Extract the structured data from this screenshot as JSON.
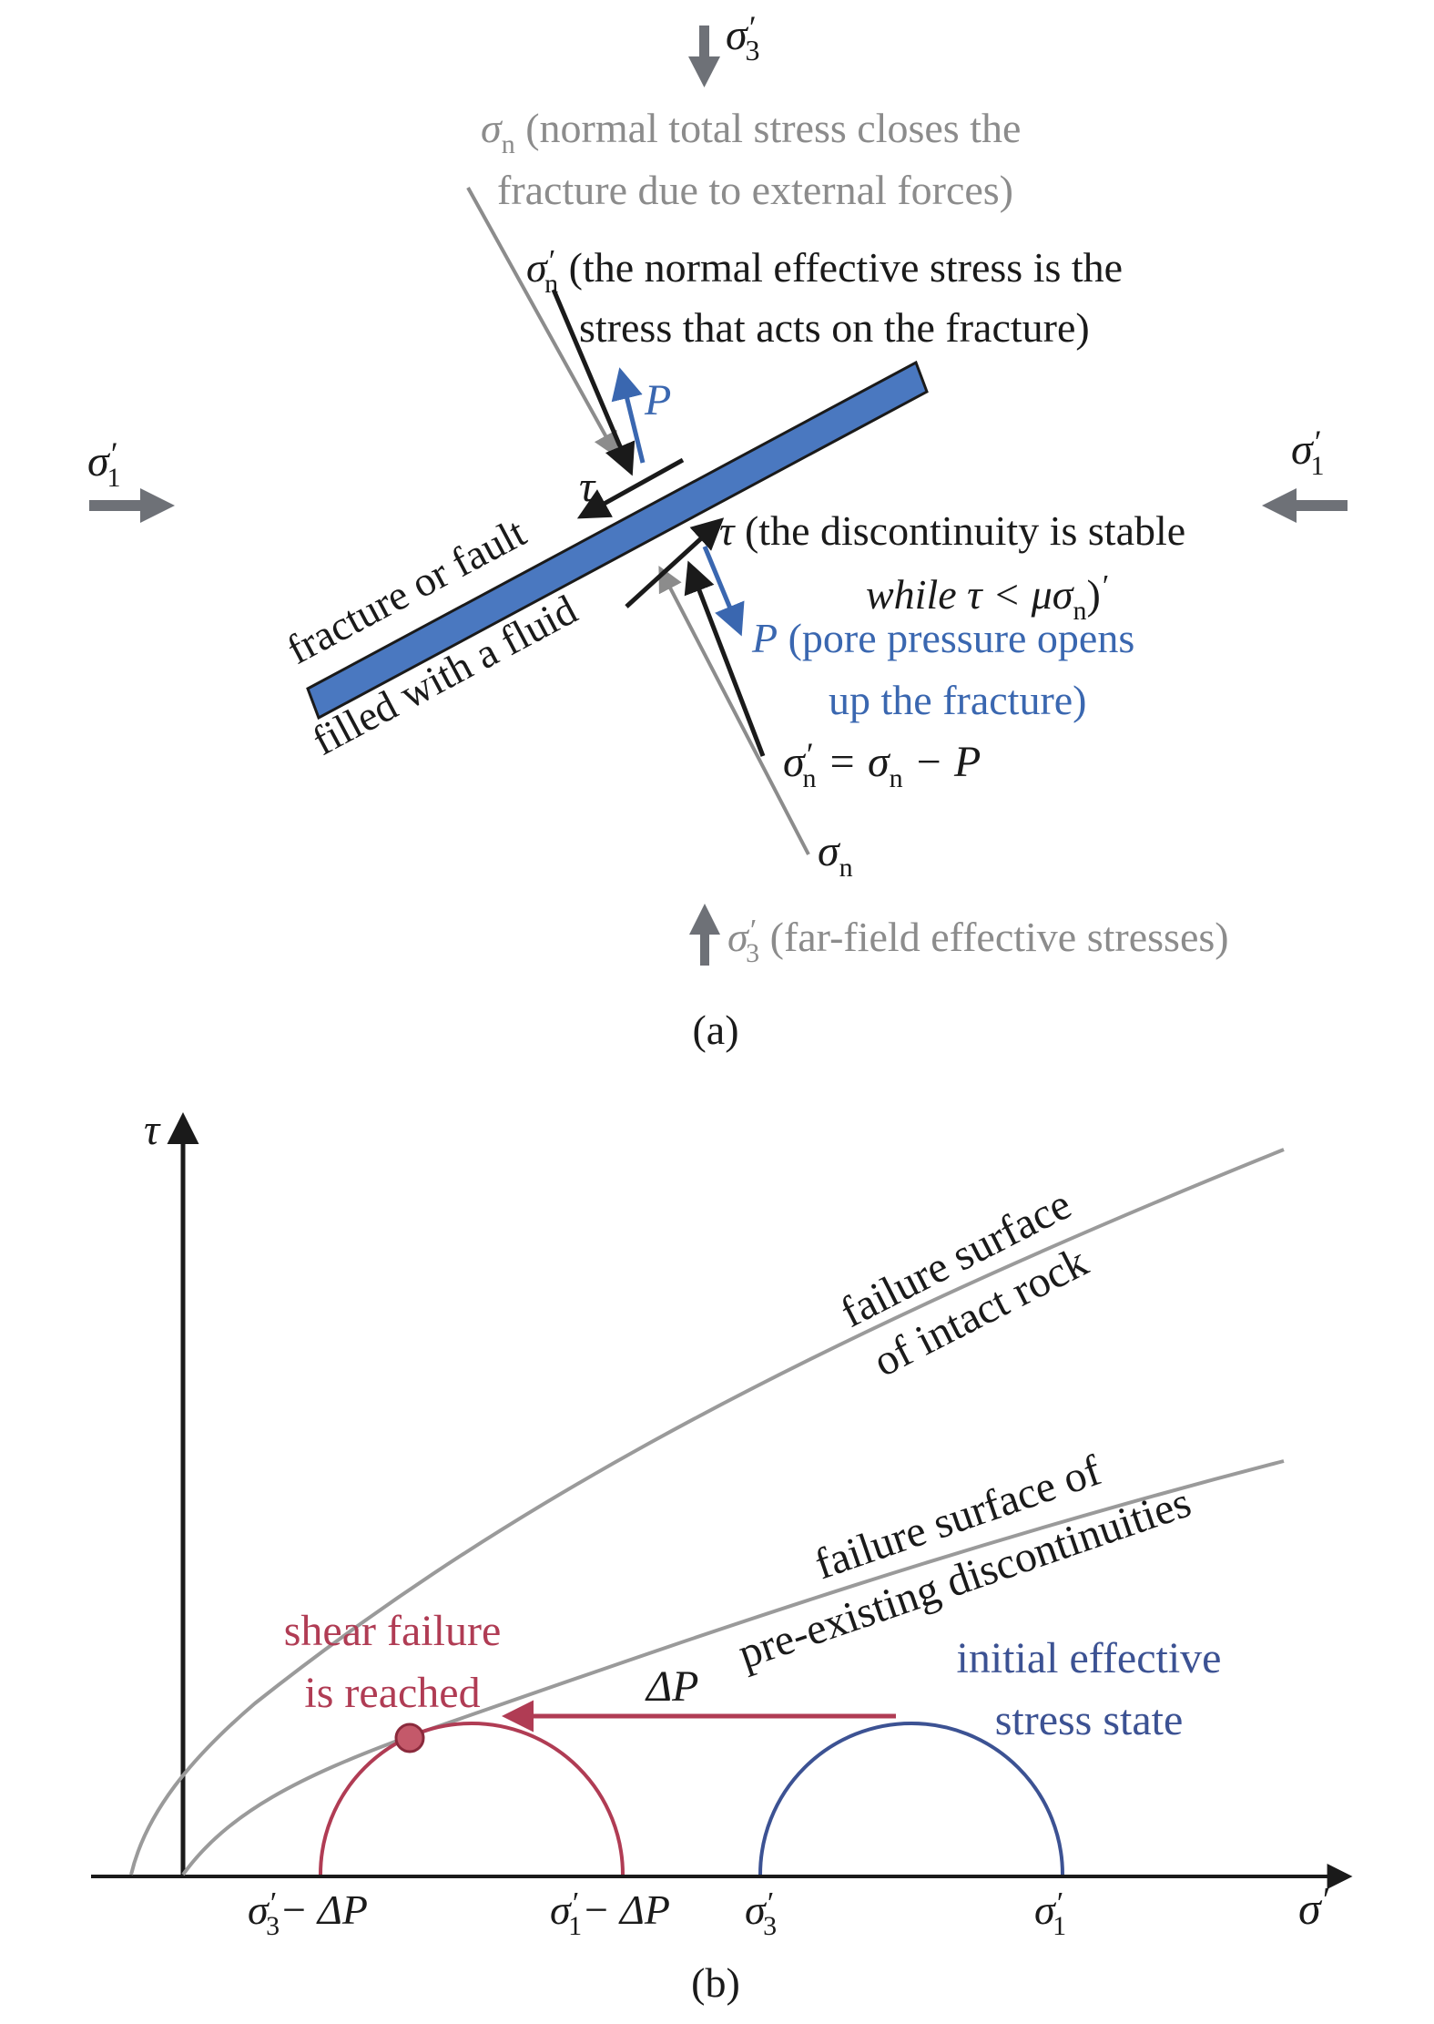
{
  "colors": {
    "fracture_fill": "#4a78c0",
    "gray_arrow": "#6e7177",
    "gray_text": "#8c8c8c",
    "black": "#1a1a1a",
    "blue": "#3a67b0",
    "red": "#b03c54",
    "navy": "#3c5293",
    "curve_gray": "#9a9a9a"
  },
  "panel_a": {
    "caption": "(a)",
    "sigma3_top": {
      "symbol": "σ",
      "prime": "′",
      "sub": "3"
    },
    "sigma_n_total": {
      "symbol": "σ",
      "sub": "n",
      "line1": " (normal total stress closes the",
      "line2": "fracture due to external forces)"
    },
    "sigma_n_eff": {
      "symbol": "σ",
      "prime": "′",
      "sub": "n",
      "line1": " (the normal effective stress is the",
      "line2": "stress that acts on the fracture)"
    },
    "p_top": "P",
    "sigma1_left": {
      "symbol": "σ",
      "prime": "′",
      "sub": "1"
    },
    "sigma1_right": {
      "symbol": "σ",
      "prime": "′",
      "sub": "1"
    },
    "tau_left": "τ",
    "tau_right": {
      "symbol": "τ",
      "line1": " (the discontinuity is stable",
      "line2_a": "while τ < μσ",
      "line2_sub": "n",
      "line2_b": ")",
      "line2_prime": "′"
    },
    "p_right": {
      "symbol": "P",
      "line1": " (pore pressure opens",
      "line2": "up the fracture)"
    },
    "fracture_label": {
      "line1": "fracture or fault",
      "line2": "filled with a fluid"
    },
    "equation": {
      "lhs": "σ",
      "lhs_prime": "′",
      "lhs_sub": "n",
      "eq": " = σ",
      "rhs_sub": "n",
      "rest": " − P"
    },
    "sigma_n_bottom": {
      "symbol": "σ",
      "sub": "n"
    },
    "sigma3_bottom": {
      "symbol": "σ",
      "prime": "′",
      "sub": "3",
      "note": " (far-field effective stresses)"
    }
  },
  "panel_b": {
    "caption": "(b)",
    "y_axis": "τ",
    "x_axis": {
      "symbol": "σ",
      "prime": "′"
    },
    "intact_curve": {
      "line1": "failure surface",
      "line2": "of intact rock"
    },
    "discontinuity_curve": {
      "line1": "failure surface of",
      "line2": "pre-existing discontinuities"
    },
    "shear_failure": {
      "line1": "shear failure",
      "line2": "is reached"
    },
    "delta_p": "ΔP",
    "initial_state": {
      "line1": "initial effective",
      "line2": "stress state"
    },
    "ticks": {
      "s3_minus": {
        "sym": "σ",
        "prime": "′",
        "sub": "3",
        "rest": "− ΔP"
      },
      "s1_minus": {
        "sym": "σ",
        "prime": "′",
        "sub": "1",
        "rest": "− ΔP"
      },
      "s3": {
        "sym": "σ",
        "prime": "′",
        "sub": "3"
      },
      "s1": {
        "sym": "σ",
        "prime": "′",
        "sub": "1"
      }
    }
  }
}
